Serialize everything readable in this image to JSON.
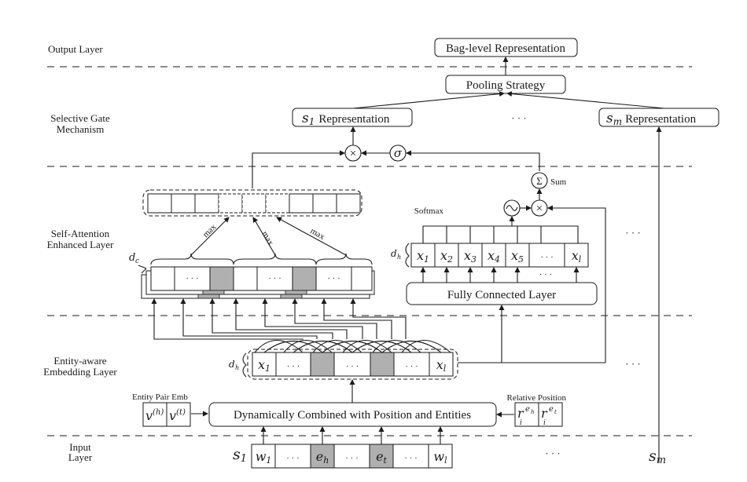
{
  "layers": {
    "output": "Output Layer",
    "gate_1": "Selective Gate",
    "gate_2": "Mechanism",
    "self_attn_1": "Self-Attention",
    "self_attn_2": "Enhanced Layer",
    "embed_1": "Entity-aware",
    "embed_2": "Embedding Layer",
    "input_1": "Input",
    "input_2": "Layer"
  },
  "boxes": {
    "bag_level": "Bag-level Representation",
    "pooling": "Pooling Strategy",
    "s1_rep_var": "s",
    "s1_rep_sub": "1",
    "s1_rep_text": "Representation",
    "sm_rep_var": "s",
    "sm_rep_sub": "m",
    "sm_rep_text": "Representation",
    "fully_connected": "Fully Connected Layer",
    "dynamic_combine": "Dynamically Combined with Position and Entities"
  },
  "ops": {
    "multiply": "×",
    "sigma": "σ",
    "sum_symbol": "Σ",
    "sum_label": "Sum",
    "softmax_label": "Softmax",
    "softmax_symbol": "∿"
  },
  "labels": {
    "max": "max",
    "dc": "d",
    "dc_sub": "c",
    "dh": "d",
    "dh_sub": "h",
    "ellipsis": "· · ·",
    "entity_pair_emb": "Entity Pair Emb",
    "relative_position": "Relative Position",
    "sm_input_var": "s",
    "sm_input_sub": "m"
  },
  "attention_cells": [
    {
      "v": "x",
      "s": "1"
    },
    {
      "v": "x",
      "s": "2"
    },
    {
      "v": "x",
      "s": "3"
    },
    {
      "v": "x",
      "s": "4"
    },
    {
      "v": "x",
      "s": "5"
    },
    {
      "v": "···",
      "s": ""
    },
    {
      "v": "x",
      "s": "l"
    }
  ],
  "embedding_cells": [
    {
      "v": "x",
      "s": "1",
      "shaded": false
    },
    {
      "v": "···",
      "s": "",
      "shaded": false
    },
    {
      "v": "",
      "s": "",
      "shaded": true
    },
    {
      "v": "···",
      "s": "",
      "shaded": false
    },
    {
      "v": "",
      "s": "",
      "shaded": true
    },
    {
      "v": "···",
      "s": "",
      "shaded": false
    },
    {
      "v": "x",
      "s": "l",
      "shaded": false
    }
  ],
  "input_sentence": {
    "label_var": "s",
    "label_sub": "1",
    "cells": [
      {
        "v": "w",
        "s": "1",
        "shaded": false
      },
      {
        "v": "···",
        "s": "",
        "shaded": false
      },
      {
        "v": "e",
        "s": "h",
        "shaded": true
      },
      {
        "v": "···",
        "s": "",
        "shaded": false
      },
      {
        "v": "e",
        "s": "t",
        "shaded": true
      },
      {
        "v": "···",
        "s": "",
        "shaded": false
      },
      {
        "v": "w",
        "s": "l",
        "shaded": false
      }
    ]
  },
  "entity_pair": [
    {
      "v": "v",
      "sup": "(h)"
    },
    {
      "v": "v",
      "sup": "(t)"
    }
  ],
  "relative_pos": [
    {
      "v": "r",
      "sub": "i",
      "sup": "e",
      "supsub": "h"
    },
    {
      "v": "r",
      "sub": "i",
      "sup": "e",
      "supsub": "t"
    }
  ]
}
